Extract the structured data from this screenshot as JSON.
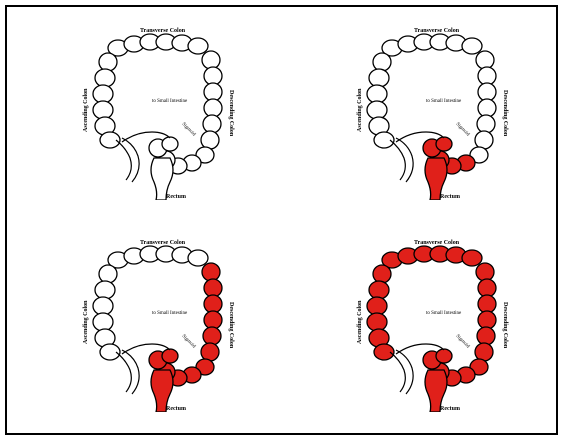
{
  "labels": {
    "transverse": "Transverse Colon",
    "ascending": "Ascending Colon",
    "descending": "Descending Colon",
    "small_intestine": "to Small Intestine",
    "sigmoid": "Sigmoid",
    "rectum": "Rectum"
  },
  "panels": [
    {
      "id": "panel-1",
      "inflamed": []
    },
    {
      "id": "panel-2",
      "inflamed": [
        "rectum",
        "sigmoid"
      ]
    },
    {
      "id": "panel-3",
      "inflamed": [
        "rectum",
        "sigmoid",
        "descending"
      ]
    },
    {
      "id": "panel-4",
      "inflamed": [
        "rectum",
        "sigmoid",
        "descending",
        "transverse",
        "ascending"
      ]
    }
  ],
  "colors": {
    "inflamed": "#e0201a",
    "outline": "#000000",
    "background": "#ffffff"
  }
}
